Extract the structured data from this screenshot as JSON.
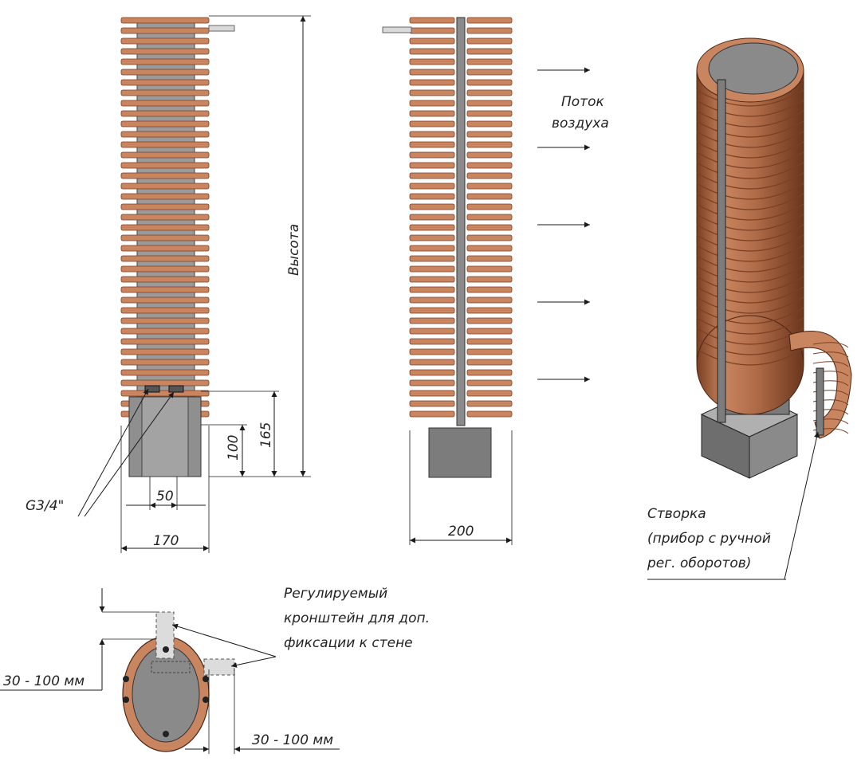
{
  "labels": {
    "height": "Высота",
    "airflow_line1": "Поток",
    "airflow_line2": "воздуха",
    "thread": "G3/4\"",
    "dim_50": "50",
    "dim_170": "170",
    "dim_100": "100",
    "dim_165": "165",
    "dim_200": "200",
    "flap_line1": "Створка",
    "flap_line2": "(прибор с ручной",
    "flap_line3": "рег. оборотов)",
    "bracket_line1": "Регулируемый",
    "bracket_line2": "кронштейн для доп.",
    "bracket_line3": "фиксации к стене",
    "gap_left": "30 - 100 мм",
    "gap_right": "30 - 100 мм"
  },
  "colors": {
    "wood": "#c98560",
    "wood_edge": "#7a3f22",
    "metal": "#8a8a8a",
    "metal_dark": "#5f5f5f",
    "line": "#1a1a1a"
  }
}
